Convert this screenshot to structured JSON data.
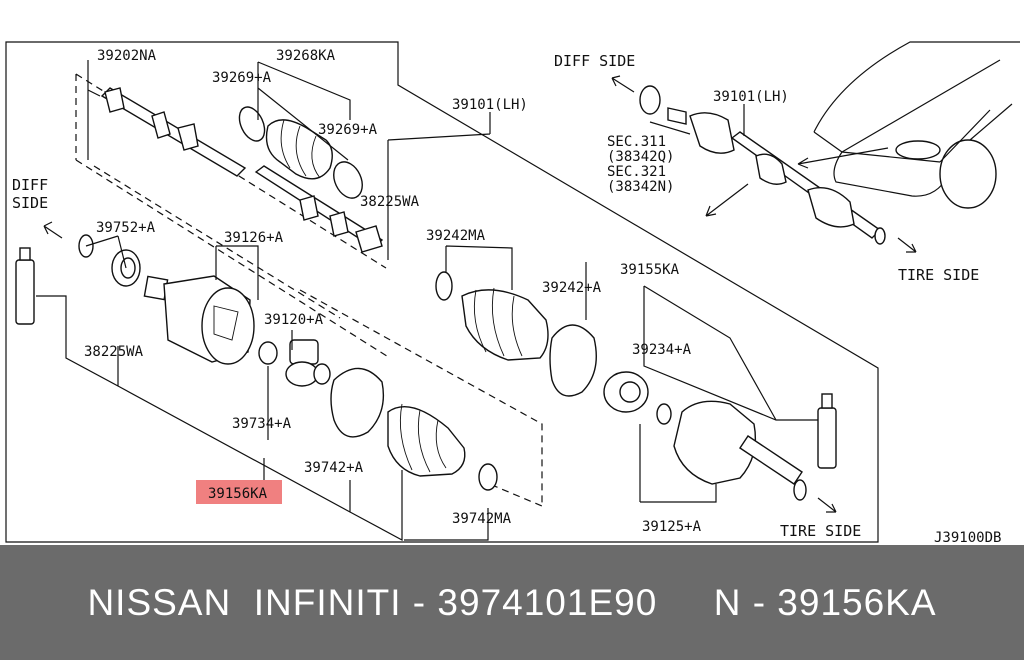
{
  "parts": {
    "p39202NA": "39202NA",
    "p39268KA": "39268KA",
    "p39269A_1": "39269+A",
    "p39269A_2": "39269+A",
    "p39101LH_main": "39101(LH)",
    "p38225WA_1": "38225WA",
    "p38225WA_2": "38225WA",
    "p39752A": "39752+A",
    "p39126A": "39126+A",
    "p39242MA": "39242MA",
    "p39242A": "39242+A",
    "p39155KA": "39155KA",
    "p39120A": "39120+A",
    "p39234A": "39234+A",
    "p39734A": "39734+A",
    "p39742A": "39742+A",
    "p39156KA": "39156KA",
    "p39742MA": "39742MA",
    "p39125A": "39125+A",
    "p39101LH_inset": "39101(LH)"
  },
  "directions": {
    "diff_side_main_1": "DIFF",
    "diff_side_main_2": "SIDE",
    "diff_side_inset": "DIFF SIDE",
    "tire_side_main": "TIRE SIDE",
    "tire_side_inset": "TIRE SIDE"
  },
  "sections": {
    "sec311": "SEC.311",
    "sec311_code": "(38342Q)",
    "sec321": "SEC.321",
    "sec321_code": "(38342N)"
  },
  "diagram_code": "J39100DB",
  "footer_text": "NISSAN  INFINITI - 3974101E90     N - 39156KA",
  "highlight_color": "#f08080",
  "footer_color": "#6b6b6b"
}
